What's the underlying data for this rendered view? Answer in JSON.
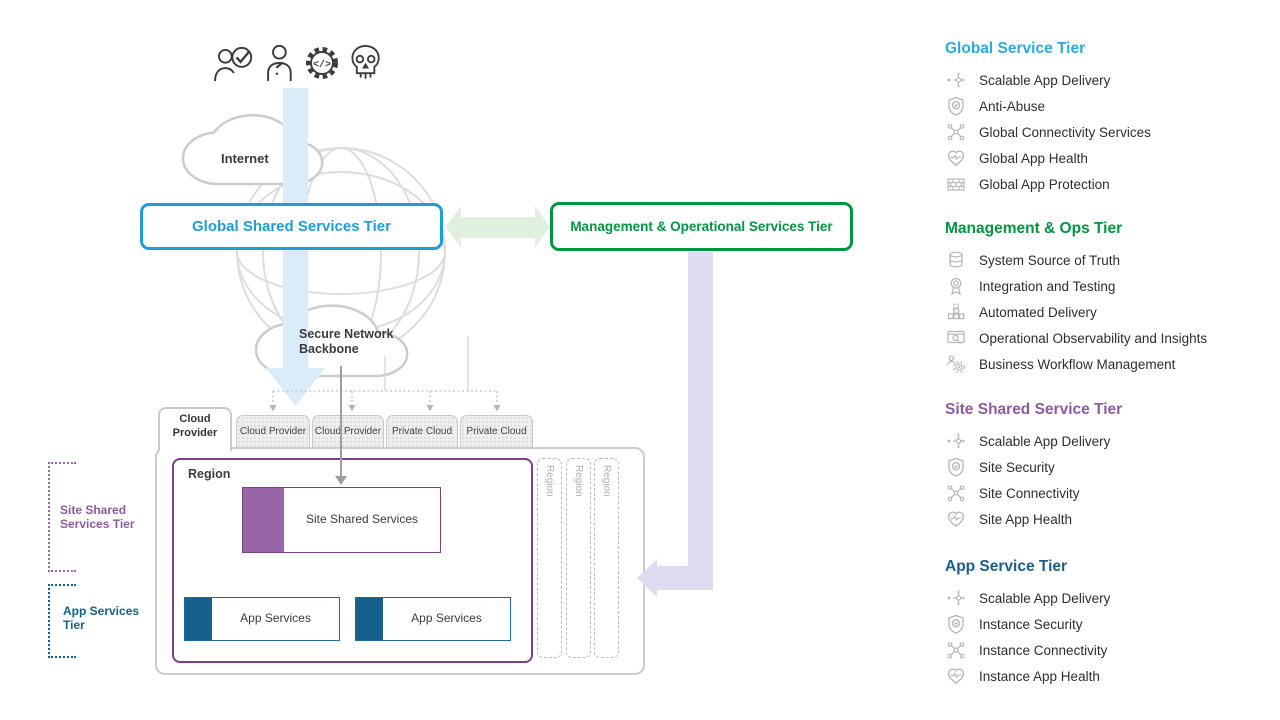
{
  "diagram": {
    "actors": [
      {
        "icon": "person-check-icon"
      },
      {
        "icon": "person-question-icon"
      },
      {
        "icon": "gear-code-icon"
      },
      {
        "icon": "skull-icon"
      }
    ],
    "internet": {
      "label": "Internet"
    },
    "backbone": {
      "label": "Secure Network Backbone"
    },
    "global_tier_box": {
      "label": "Global Shared Services Tier",
      "color": "#1E9ED9"
    },
    "mgmt_tier_box": {
      "label": "Management & Operational Services Tier",
      "color": "#009640"
    },
    "provider_tabs": {
      "active": "Cloud Provider",
      "others": [
        "Cloud Provider",
        "Cloud Provider",
        "Private Cloud",
        "Private Cloud"
      ]
    },
    "region": {
      "label": "Region"
    },
    "site_shared_services_box": {
      "label": "Site Shared Services",
      "accent": "#9A64A8"
    },
    "app_services_boxes": [
      {
        "label": "App Services"
      },
      {
        "label": "App Services"
      }
    ],
    "ghost_regions": [
      "Region",
      "Region",
      "Region"
    ],
    "side_labels": {
      "site_tier": "Site Shared Services Tier",
      "app_tier": "App Services Tier"
    }
  },
  "legend": {
    "sections": [
      {
        "title": "Global Service Tier",
        "color": "#29ABE2",
        "items": [
          {
            "icon": "scalable-delivery-icon",
            "label": "Scalable App Delivery"
          },
          {
            "icon": "shield-check-icon",
            "label": "Anti-Abuse"
          },
          {
            "icon": "connectivity-icon",
            "label": "Global Connectivity Services"
          },
          {
            "icon": "app-health-icon",
            "label": "Global App Health"
          },
          {
            "icon": "brick-wall-icon",
            "label": "Global App Protection"
          }
        ]
      },
      {
        "title": "Management & Ops Tier",
        "color": "#009640",
        "items": [
          {
            "icon": "database-icon",
            "label": "System Source of Truth"
          },
          {
            "icon": "badge-icon",
            "label": "Integration and Testing"
          },
          {
            "icon": "blocks-icon",
            "label": "Automated Delivery"
          },
          {
            "icon": "monitor-search-icon",
            "label": "Operational Observability and Insights"
          },
          {
            "icon": "gear-person-icon",
            "label": "Business Workflow Management"
          }
        ]
      },
      {
        "title": "Site Shared Service Tier",
        "color": "#8E5BA0",
        "items": [
          {
            "icon": "scalable-delivery-icon",
            "label": "Scalable App Delivery"
          },
          {
            "icon": "shield-check-icon",
            "label": "Site Security"
          },
          {
            "icon": "connectivity-icon",
            "label": "Site Connectivity"
          },
          {
            "icon": "app-health-icon",
            "label": "Site App Health"
          }
        ]
      },
      {
        "title": "App Service Tier",
        "color": "#1B5E8A",
        "items": [
          {
            "icon": "scalable-delivery-icon",
            "label": "Scalable App Delivery"
          },
          {
            "icon": "shield-check-icon",
            "label": "Instance Security"
          },
          {
            "icon": "connectivity-icon",
            "label": "Instance Connectivity"
          },
          {
            "icon": "app-health-icon",
            "label": "Instance App Health"
          }
        ]
      }
    ]
  },
  "colors": {
    "blue": "#1E9ED9",
    "green": "#009640",
    "purple_heading": "#8E5BA0",
    "region_purple": "#7A4282",
    "purple_fill": "#9A64A8",
    "dark_blue": "#1B5E8A",
    "app_fill": "#15608D",
    "arrow_green": "#DFF0DF",
    "arrow_blue": "#D9ECF8",
    "arrow_lavender": "#DFDBF3"
  }
}
